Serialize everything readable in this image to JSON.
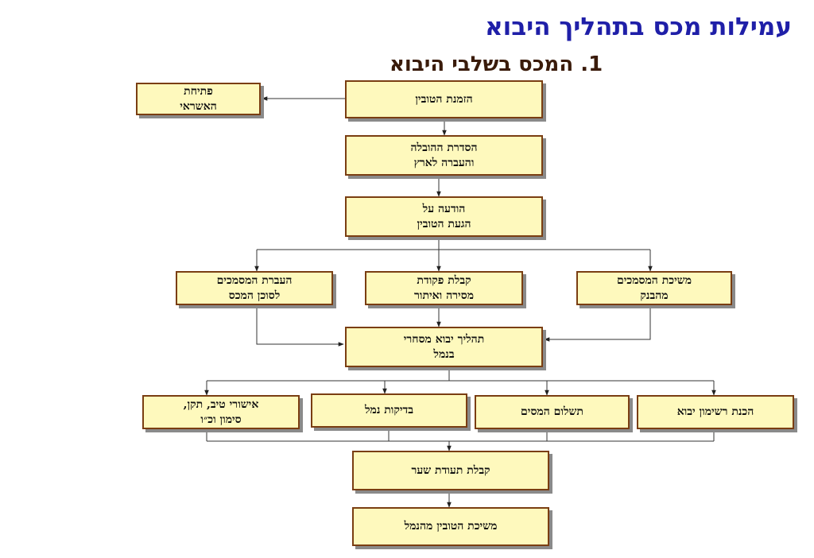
{
  "title": "עמילות מכס בתהליך היבוא",
  "subtitle": "1. המכס בשלבי היבוא",
  "nodes": {
    "order": "הזמנת הטובין",
    "credit": "פתיחת\nהאשראי",
    "shipping": "הסדרת ההובלה\nוהעברה לארץ",
    "arrival": "הודעה על\nהגעת הטובין",
    "docs_transfer": "העברת המסמכים\nלסוכן המכס",
    "delivery_order": "קבלת פקודת\nמסירה ואיתור",
    "bank_docs": "משיכת המסמכים\nמהבנק",
    "port_import": "תהליך יבוא מסחרי\nבנמל",
    "approvals": "אישורי טיב, תקן,\nסימון וכ״ו",
    "port_checks": "בדיקות נמל",
    "tax_payment": "תשלום המסים",
    "import_entry": "הכנת רשימון יבוא",
    "gate_pass": "קבלת תעודת שער",
    "withdrawal": "משיכת הטובין מהנמל"
  }
}
